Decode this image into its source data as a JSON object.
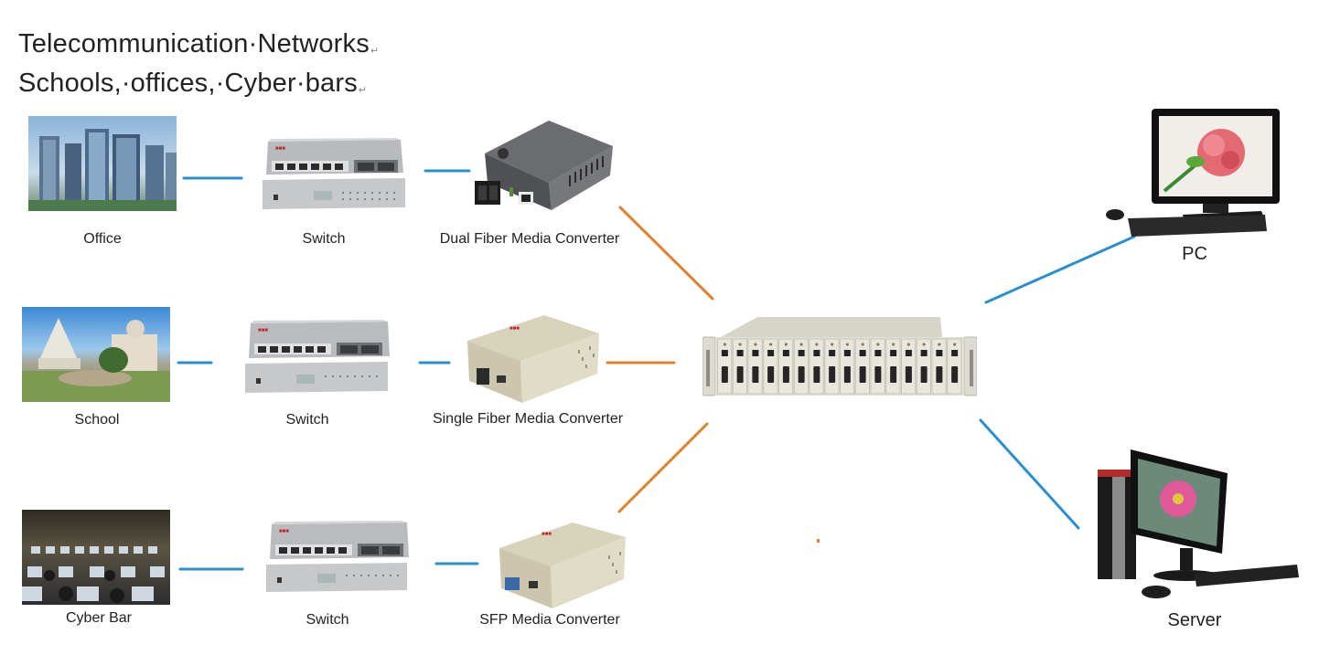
{
  "heading": {
    "line1": "Telecommunication·Networks",
    "line2": "Schools,·offices,·Cyber·bars",
    "paragraph_mark": "↵"
  },
  "rows": [
    {
      "site": "Office",
      "switch": "Switch",
      "converter": "Dual Fiber Media Converter"
    },
    {
      "site": "School",
      "switch": "Switch",
      "converter": "Single Fiber Media Converter"
    },
    {
      "site": "Cyber Bar",
      "switch": "Switch",
      "converter": "SFP Media Converter"
    }
  ],
  "chassis": {
    "name": "media-converter-rack-chassis",
    "slots": 16
  },
  "endpoints": {
    "pc": "PC",
    "server": "Server"
  },
  "colors": {
    "copper_link": "#2a8fd0",
    "fiber_link": "#e0812e"
  }
}
